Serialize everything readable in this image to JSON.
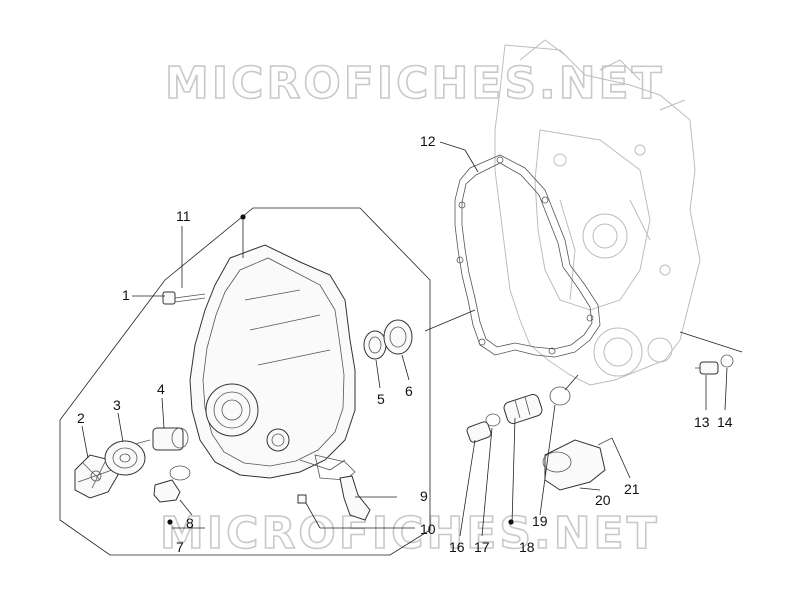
{
  "watermark": "MICROFICHES.NET",
  "callouts": {
    "c1": "1",
    "c2": "2",
    "c3": "3",
    "c4": "4",
    "c5": "5",
    "c6": "6",
    "c7": "7",
    "c8": "8",
    "c9": "9",
    "c10": "10",
    "c11": "11",
    "c12": "12",
    "c13": "13",
    "c14": "14",
    "c16": "16",
    "c17": "17",
    "c18": "18",
    "c19": "19",
    "c20": "20",
    "c21": "21"
  }
}
